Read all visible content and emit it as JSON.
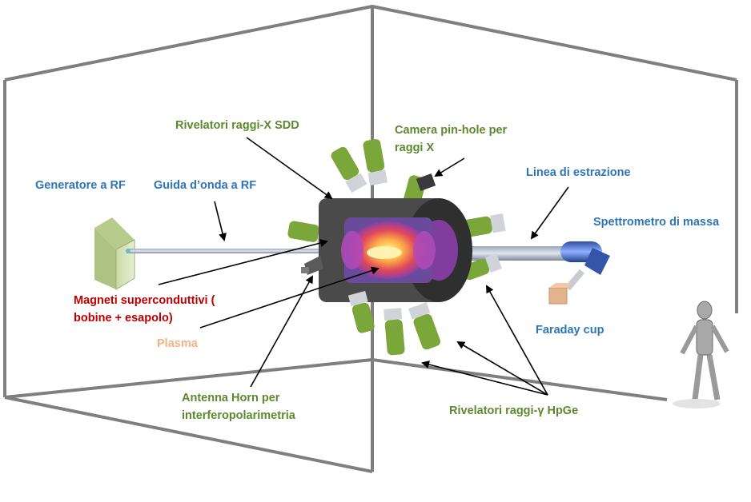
{
  "labels": {
    "rf_generator": "Generatore a RF",
    "rf_waveguide": "Guida d’onda a RF",
    "sdd_detectors": "Rivelatori raggi-X SDD",
    "pinhole_line1": "Camera pin-hole per",
    "pinhole_line2": "raggi X",
    "extraction_line": "Linea di estrazione",
    "mass_spectrometer": "Spettrometro di massa",
    "magnets_line1": "Magneti superconduttivi (",
    "magnets_line2": "bobine + esapolo)",
    "plasma": "Plasma",
    "faraday_cup": "Faraday cup",
    "antenna_line1": "Antenna Horn per",
    "antenna_line2": "interferopolarimetria",
    "hpge_detectors": "Rivelatori raggi-γ HpGe"
  },
  "colors": {
    "blue_label": "#2e75b6",
    "green_label": "#5b8a2e",
    "red_label": "#c00000",
    "orange_label": "#f4b183",
    "room_frame": "#7f7f7f",
    "detector_green": "#7aa63a"
  }
}
